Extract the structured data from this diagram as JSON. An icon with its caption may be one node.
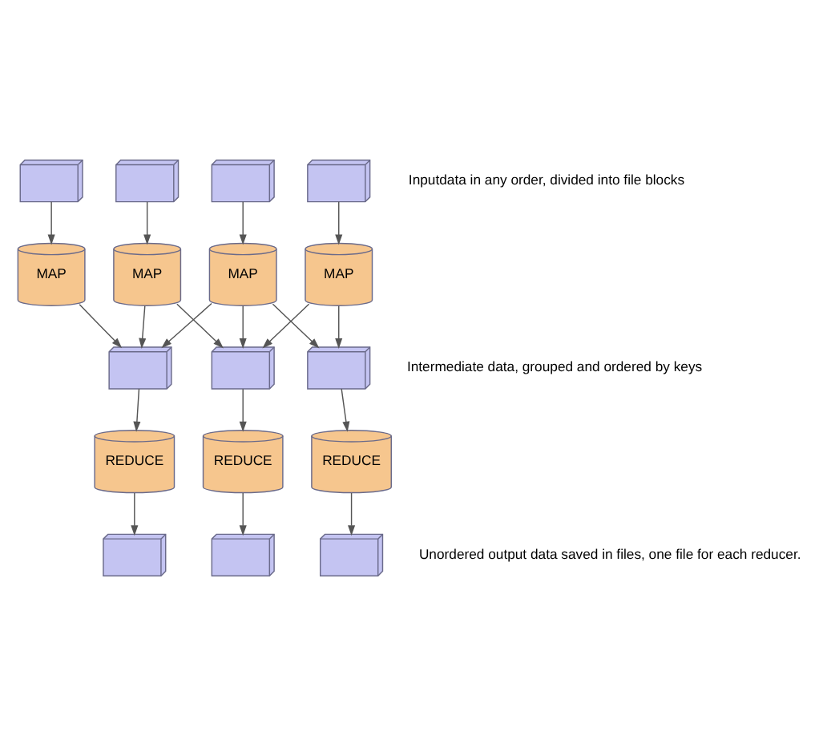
{
  "diagram": {
    "nodes": [
      {
        "text": [],
        "shape": "box"
      },
      {
        "text": [],
        "shape": "box"
      },
      {
        "text": [],
        "shape": "box"
      },
      {
        "text": [],
        "shape": "box"
      },
      {
        "text": [
          "MAP"
        ]
      },
      {
        "text": [
          "MAP"
        ]
      },
      {
        "text": [
          "MAP"
        ]
      },
      {
        "text": [
          "MAP"
        ]
      },
      {
        "text": [],
        "shape": "box"
      },
      {
        "text": [],
        "shape": "box"
      },
      {
        "text": [],
        "shape": "box"
      },
      {
        "text": [
          "REDUCE"
        ]
      },
      {
        "text": [
          "REDUCE"
        ]
      },
      {
        "text": [
          "REDUCE"
        ]
      },
      {
        "text": [],
        "shape": "box"
      },
      {
        "text": [],
        "shape": "box"
      },
      {
        "text": [],
        "shape": "box"
      }
    ],
    "edges": [
      {
        "from": 0,
        "to": 4,
        "arrow": "to"
      },
      {
        "from": 1,
        "to": 5,
        "arrow": "to"
      },
      {
        "from": 2,
        "to": 6,
        "arrow": "to"
      },
      {
        "from": 3,
        "to": 7,
        "arrow": "to"
      },
      {
        "from": 4,
        "to": 8,
        "arrow": "to"
      },
      {
        "from": 5,
        "to": 8,
        "arrow": "to"
      },
      {
        "from": 5,
        "to": 9,
        "arrow": "to"
      },
      {
        "from": 6,
        "to": 8,
        "arrow": "to"
      },
      {
        "from": 6,
        "to": 9,
        "arrow": "to"
      },
      {
        "from": 6,
        "to": 10,
        "arrow": "to"
      },
      {
        "from": 7,
        "to": 9,
        "arrow": "to"
      },
      {
        "from": 7,
        "to": 10,
        "arrow": "to"
      },
      {
        "from": 8,
        "to": 11,
        "arrow": "to"
      },
      {
        "from": 9,
        "to": 12,
        "arrow": "to"
      },
      {
        "from": 10,
        "to": 13,
        "arrow": "to"
      },
      {
        "from": 11,
        "to": 14,
        "arrow": "to"
      },
      {
        "from": 12,
        "to": 15,
        "arrow": "to"
      },
      {
        "from": 13,
        "to": 16,
        "arrow": "to"
      }
    ],
    "labels": [
      "Inputdata in any order, divided into file blocks",
      "Intermediate data, grouped and ordered by keys",
      "Unordered output data saved in files, one file for each reducer."
    ]
  }
}
